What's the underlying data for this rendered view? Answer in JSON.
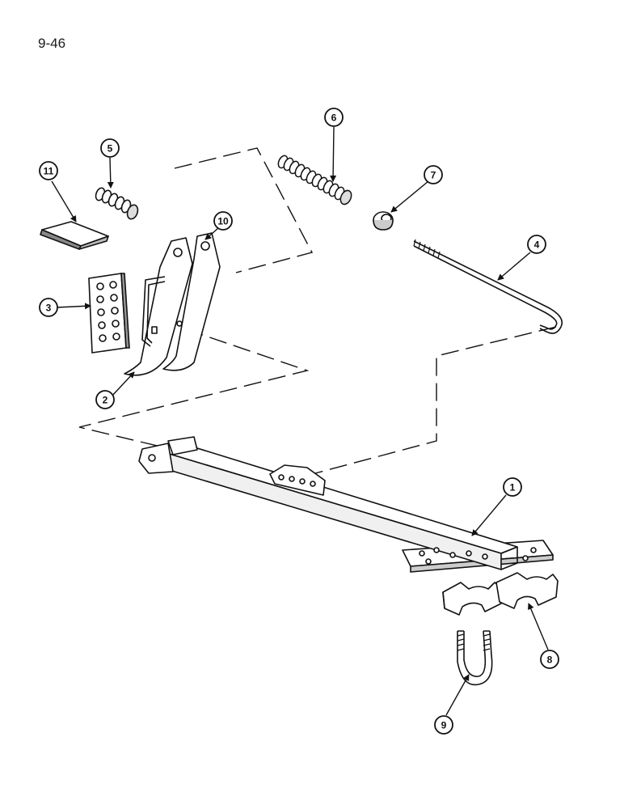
{
  "page_number": "9-46",
  "callouts": [
    {
      "label": "1"
    },
    {
      "label": "2"
    },
    {
      "label": "3"
    },
    {
      "label": "4"
    },
    {
      "label": "5"
    },
    {
      "label": "6"
    },
    {
      "label": "7"
    },
    {
      "label": "8"
    },
    {
      "label": "9"
    },
    {
      "label": "10"
    },
    {
      "label": "11"
    }
  ]
}
